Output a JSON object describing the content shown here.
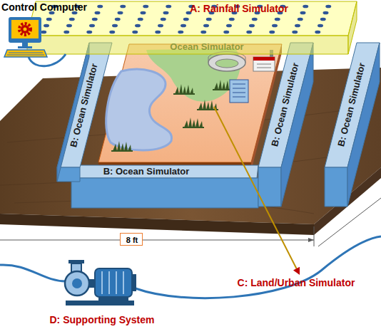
{
  "diagram": {
    "nodes": [
      {
        "text": [
          "A: Rainfall Simulator",
          "Ocean Simulator"
        ]
      },
      {
        "text": [
          "B: Ocean Simulator"
        ]
      },
      {
        "text": [
          "B: Ocean Simulator"
        ]
      },
      {
        "text": [
          "B: Ocean Simulator"
        ]
      },
      {
        "text": [
          "B: Ocean Simulator"
        ]
      },
      {
        "text": [
          "8 ft"
        ]
      }
    ],
    "labels": [
      "Control Computer",
      "C: Land/Urban Simulator",
      "D: Supporting System"
    ]
  }
}
